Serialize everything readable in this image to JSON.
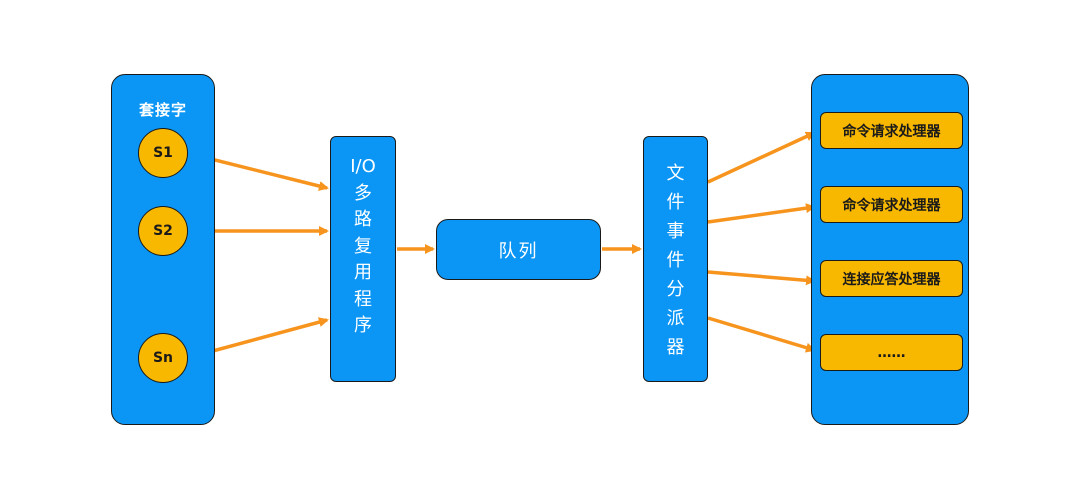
{
  "socket_panel": {
    "title": "套接字",
    "sockets": [
      "S1",
      "S2",
      "Sn"
    ],
    "ellipsis": "……"
  },
  "io_multiplexer": {
    "label": "I/O\n多\n路\n复\n用\n程\n序"
  },
  "queue": {
    "label": "队列"
  },
  "dispatcher": {
    "label": "文\n件\n事\n件\n分\n派\n器"
  },
  "handlers": [
    "命令请求处理器",
    "命令请求处理器",
    "连接应答处理器",
    "……"
  ],
  "colors": {
    "container_blue": "#0b96f5",
    "node_yellow": "#f9b800",
    "arrow_orange": "#f7941d",
    "outline": "#1a1a1a"
  }
}
